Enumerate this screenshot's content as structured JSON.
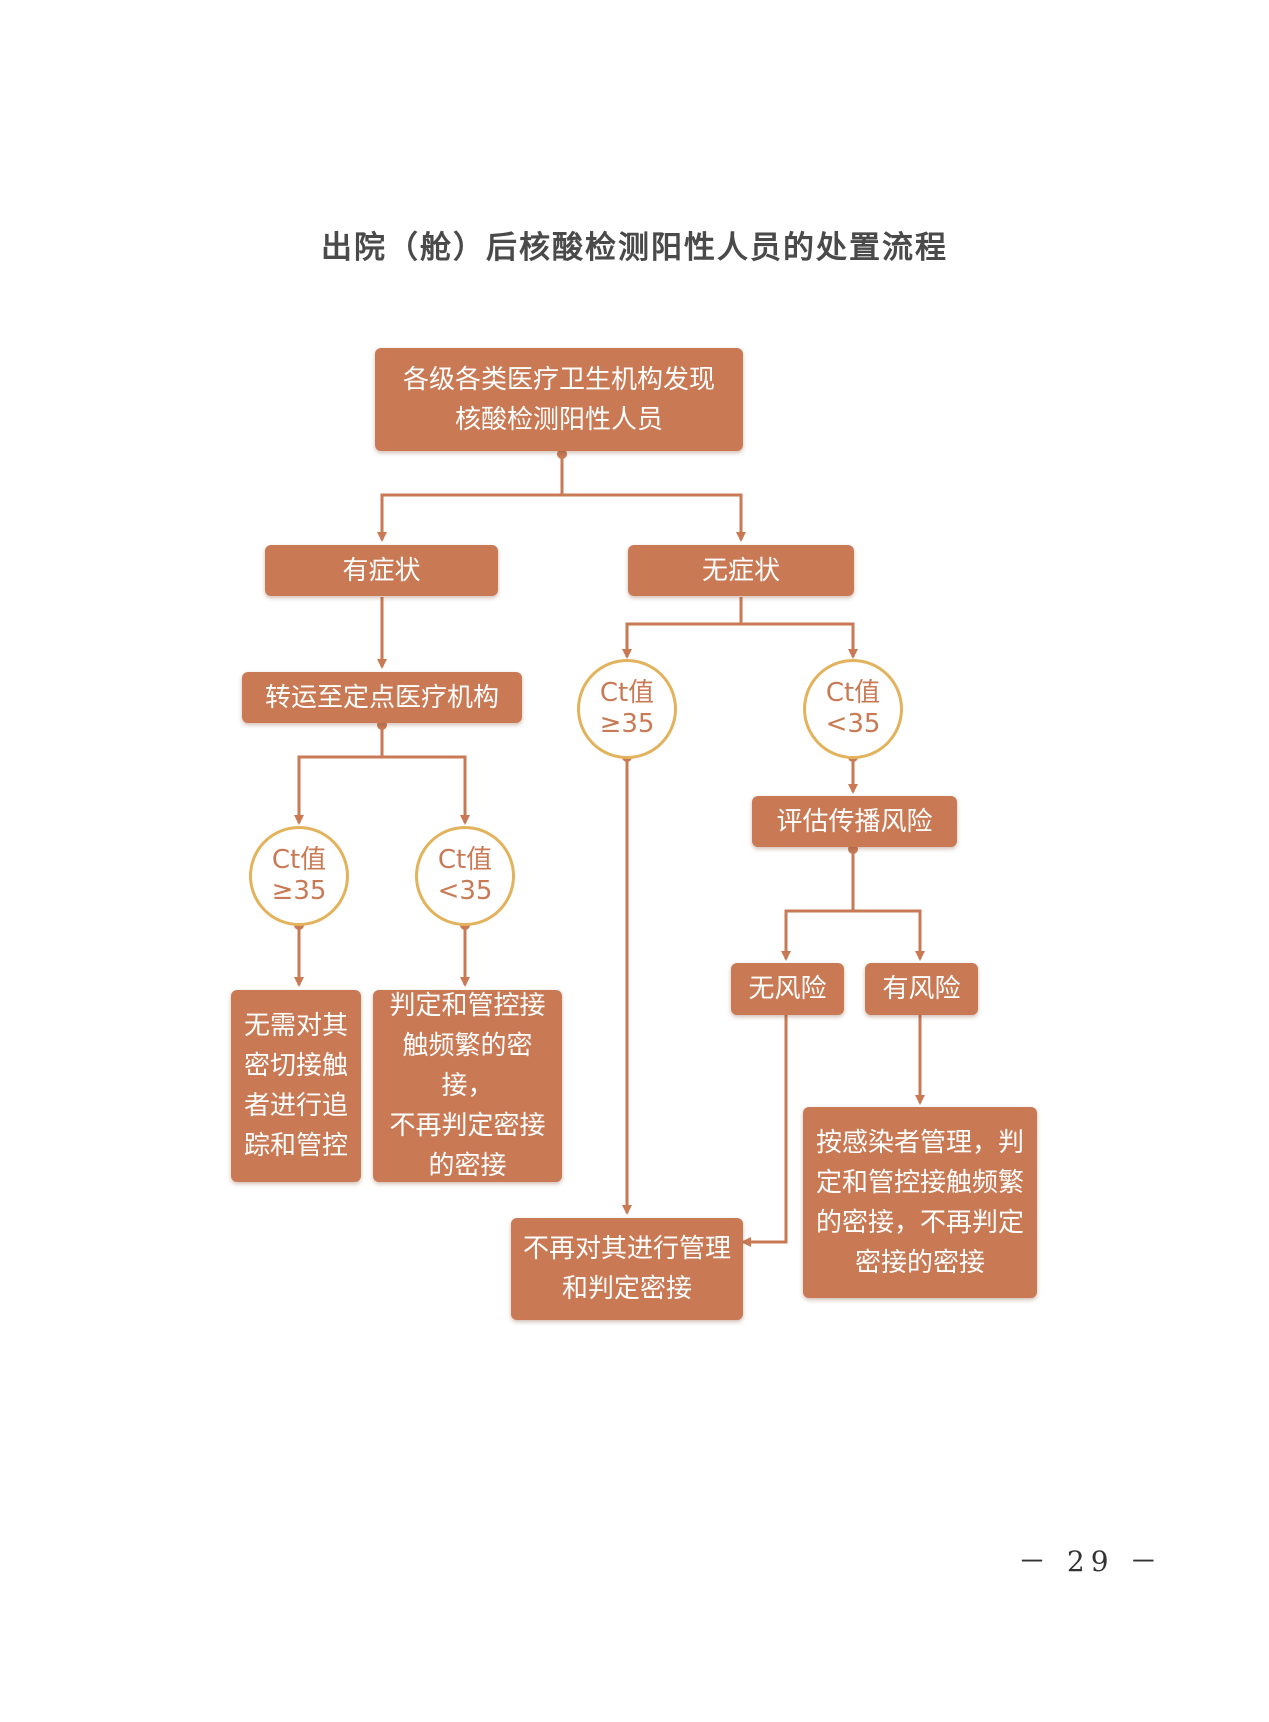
{
  "title": "出院（舱）后核酸检测阳性人员的处置流程",
  "colors": {
    "node_fill": "#c97a55",
    "line": "#c97a55",
    "circle_border": "#e2b25c"
  },
  "nodes": {
    "root": [
      "各级各类医疗卫生机构发现",
      "核酸检测阳性人员"
    ],
    "symptomatic": "有症状",
    "asymptomatic": "无症状",
    "transfer": "转运至定点医疗机构",
    "left_ct_high": {
      "label": "Ct值",
      "cond": "≥35"
    },
    "left_ct_low": {
      "label": "Ct值",
      "cond": "<35"
    },
    "no_tracking": [
      "无需对其",
      "密切接触",
      "者进行追",
      "踪和管控"
    ],
    "determine_contacts": [
      "判定和管控接",
      "触频繁的密接，",
      "不再判定密接",
      "的密接"
    ],
    "right_ct_high": {
      "label": "Ct值",
      "cond": "≥35"
    },
    "right_ct_low": {
      "label": "Ct值",
      "cond": "<35"
    },
    "assess_risk": "评估传播风险",
    "no_risk": "无风险",
    "has_risk": "有风险",
    "no_management": [
      "不再对其进行管理",
      "和判定密接"
    ],
    "infected_management": [
      "按感染者管理，判",
      "定和管控接触频繁",
      "的密接，不再判定",
      "密接的密接"
    ]
  },
  "page_number": "－ 29 －"
}
